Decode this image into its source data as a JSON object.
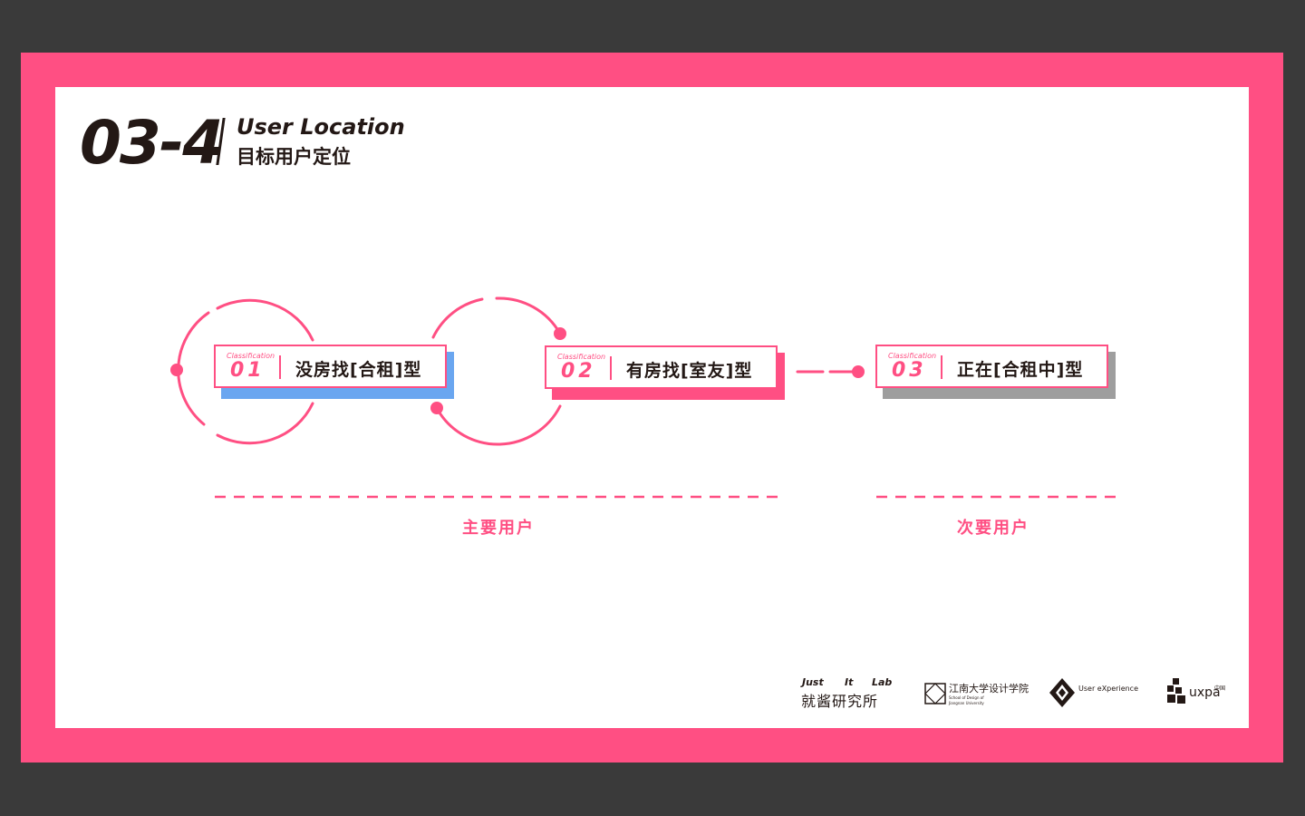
{
  "section": {
    "number": "03-4",
    "title_en": "User Location",
    "title_cn": "目标用户定位"
  },
  "classifications": [
    {
      "label": "Classification",
      "number": "01",
      "name": "没房找[合租]型"
    },
    {
      "label": "Classification",
      "number": "02",
      "name": "有房找[室友]型"
    },
    {
      "label": "Classification",
      "number": "03",
      "name": "正在[合租中]型"
    }
  ],
  "groups": {
    "primary": "主要用户",
    "secondary": "次要用户"
  },
  "logos": {
    "lab_en_1": "Just",
    "lab_en_2": "It",
    "lab_en_3": "Lab",
    "lab_cn": "就酱研究所",
    "school_cn": "江南大学设计学院",
    "school_en_1": "School of Design of",
    "school_en_2": "Jiangnan University",
    "ux": "User eXperience",
    "uxpa": "uxpa",
    "uxpa_cn": "中国"
  },
  "colors": {
    "accent": "#ff4f83",
    "blue_shadow": "#6aa6f0",
    "gray_shadow": "#9e9e9e",
    "text": "#231815"
  }
}
